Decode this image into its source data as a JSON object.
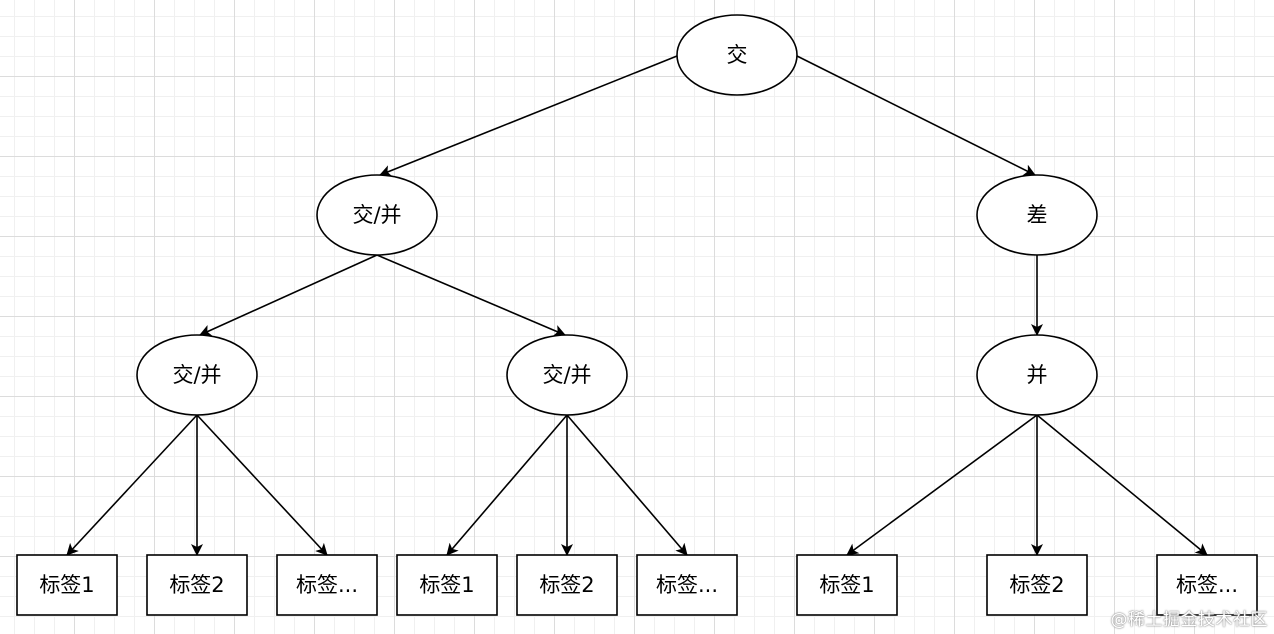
{
  "diagram": {
    "nodes": [
      {
        "id": "root",
        "shape": "ellipse",
        "label": "交"
      },
      {
        "id": "left",
        "shape": "ellipse",
        "label": "交/并"
      },
      {
        "id": "right",
        "shape": "ellipse",
        "label": "差"
      },
      {
        "id": "left-left",
        "shape": "ellipse",
        "label": "交/并"
      },
      {
        "id": "left-right",
        "shape": "ellipse",
        "label": "交/并"
      },
      {
        "id": "right-child",
        "shape": "ellipse",
        "label": "并"
      },
      {
        "id": "ll-tag1",
        "shape": "rect",
        "label": "标签1"
      },
      {
        "id": "ll-tag2",
        "shape": "rect",
        "label": "标签2"
      },
      {
        "id": "ll-tag3",
        "shape": "rect",
        "label": "标签..."
      },
      {
        "id": "lr-tag1",
        "shape": "rect",
        "label": "标签1"
      },
      {
        "id": "lr-tag2",
        "shape": "rect",
        "label": "标签2"
      },
      {
        "id": "lr-tag3",
        "shape": "rect",
        "label": "标签..."
      },
      {
        "id": "r-tag1",
        "shape": "rect",
        "label": "标签1"
      },
      {
        "id": "r-tag2",
        "shape": "rect",
        "label": "标签2"
      },
      {
        "id": "r-tag3",
        "shape": "rect",
        "label": "标签..."
      }
    ],
    "edges": [
      {
        "from": "root",
        "to": "left"
      },
      {
        "from": "root",
        "to": "right"
      },
      {
        "from": "left",
        "to": "left-left"
      },
      {
        "from": "left",
        "to": "left-right"
      },
      {
        "from": "right",
        "to": "right-child"
      },
      {
        "from": "left-left",
        "to": "ll-tag1"
      },
      {
        "from": "left-left",
        "to": "ll-tag2"
      },
      {
        "from": "left-left",
        "to": "ll-tag3"
      },
      {
        "from": "left-right",
        "to": "lr-tag1"
      },
      {
        "from": "left-right",
        "to": "lr-tag2"
      },
      {
        "from": "left-right",
        "to": "lr-tag3"
      },
      {
        "from": "right-child",
        "to": "r-tag1"
      },
      {
        "from": "right-child",
        "to": "r-tag2"
      },
      {
        "from": "right-child",
        "to": "r-tag3"
      }
    ]
  },
  "watermark": {
    "text": "@稀土掘金技术社区"
  },
  "colors": {
    "stroke": "#000000",
    "fill": "#ffffff",
    "grid_major": "#dcdcdc",
    "grid_minor": "#f0f0f0"
  }
}
